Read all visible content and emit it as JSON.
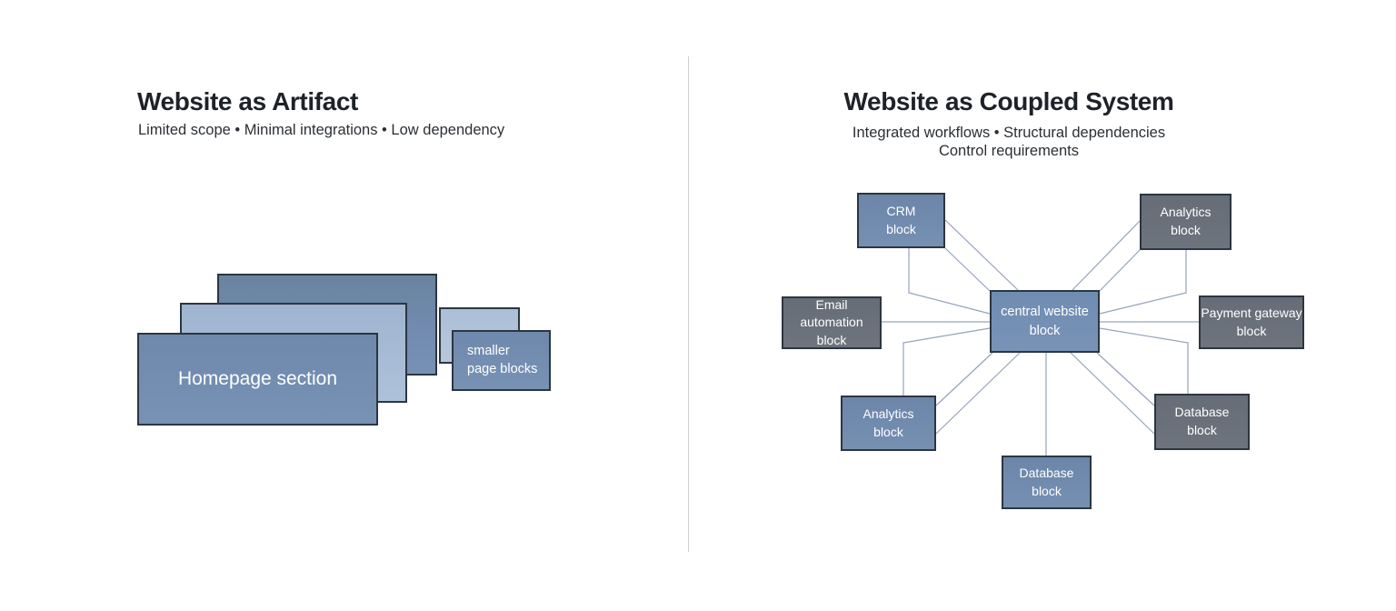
{
  "left_panel": {
    "title": "Website as Artifact",
    "subtitle": "Limited scope • Minimal integrations • Low dependency",
    "homepage_block_label": "Homepage section",
    "side_block_label": "smaller\npage blocks"
  },
  "right_panel": {
    "title": "Website as Coupled System",
    "subtitle_line1": "Integrated workflows • Structural dependencies",
    "subtitle_line2": "Control requirements",
    "nodes": {
      "crm": {
        "label": "CRM\nblock"
      },
      "analytics_top": {
        "label": "Analytics\nblock"
      },
      "email_automation": {
        "label": "Email automation\nblock"
      },
      "central": {
        "label": "central website\nblock"
      },
      "payment_gateway": {
        "label": "Payment gateway\nblock"
      },
      "analytics_bottom": {
        "label": "Analytics\nblock"
      },
      "database_bottom": {
        "label": "Database\nblock"
      },
      "database_right": {
        "label": "Database\nblock"
      }
    }
  },
  "colors": {
    "block_blue": "#7189ac",
    "block_blue_central": "#7490b4",
    "block_blue_light": "#a9bdd7",
    "block_blue_lighter": "#b2c3da",
    "block_gray": "#6a717b",
    "block_border": "#2c3641",
    "connector_line": "#94a3bb",
    "divider_line": "#d0d0d0",
    "title_text": "#1e2228",
    "block_text": "#ffffff"
  }
}
